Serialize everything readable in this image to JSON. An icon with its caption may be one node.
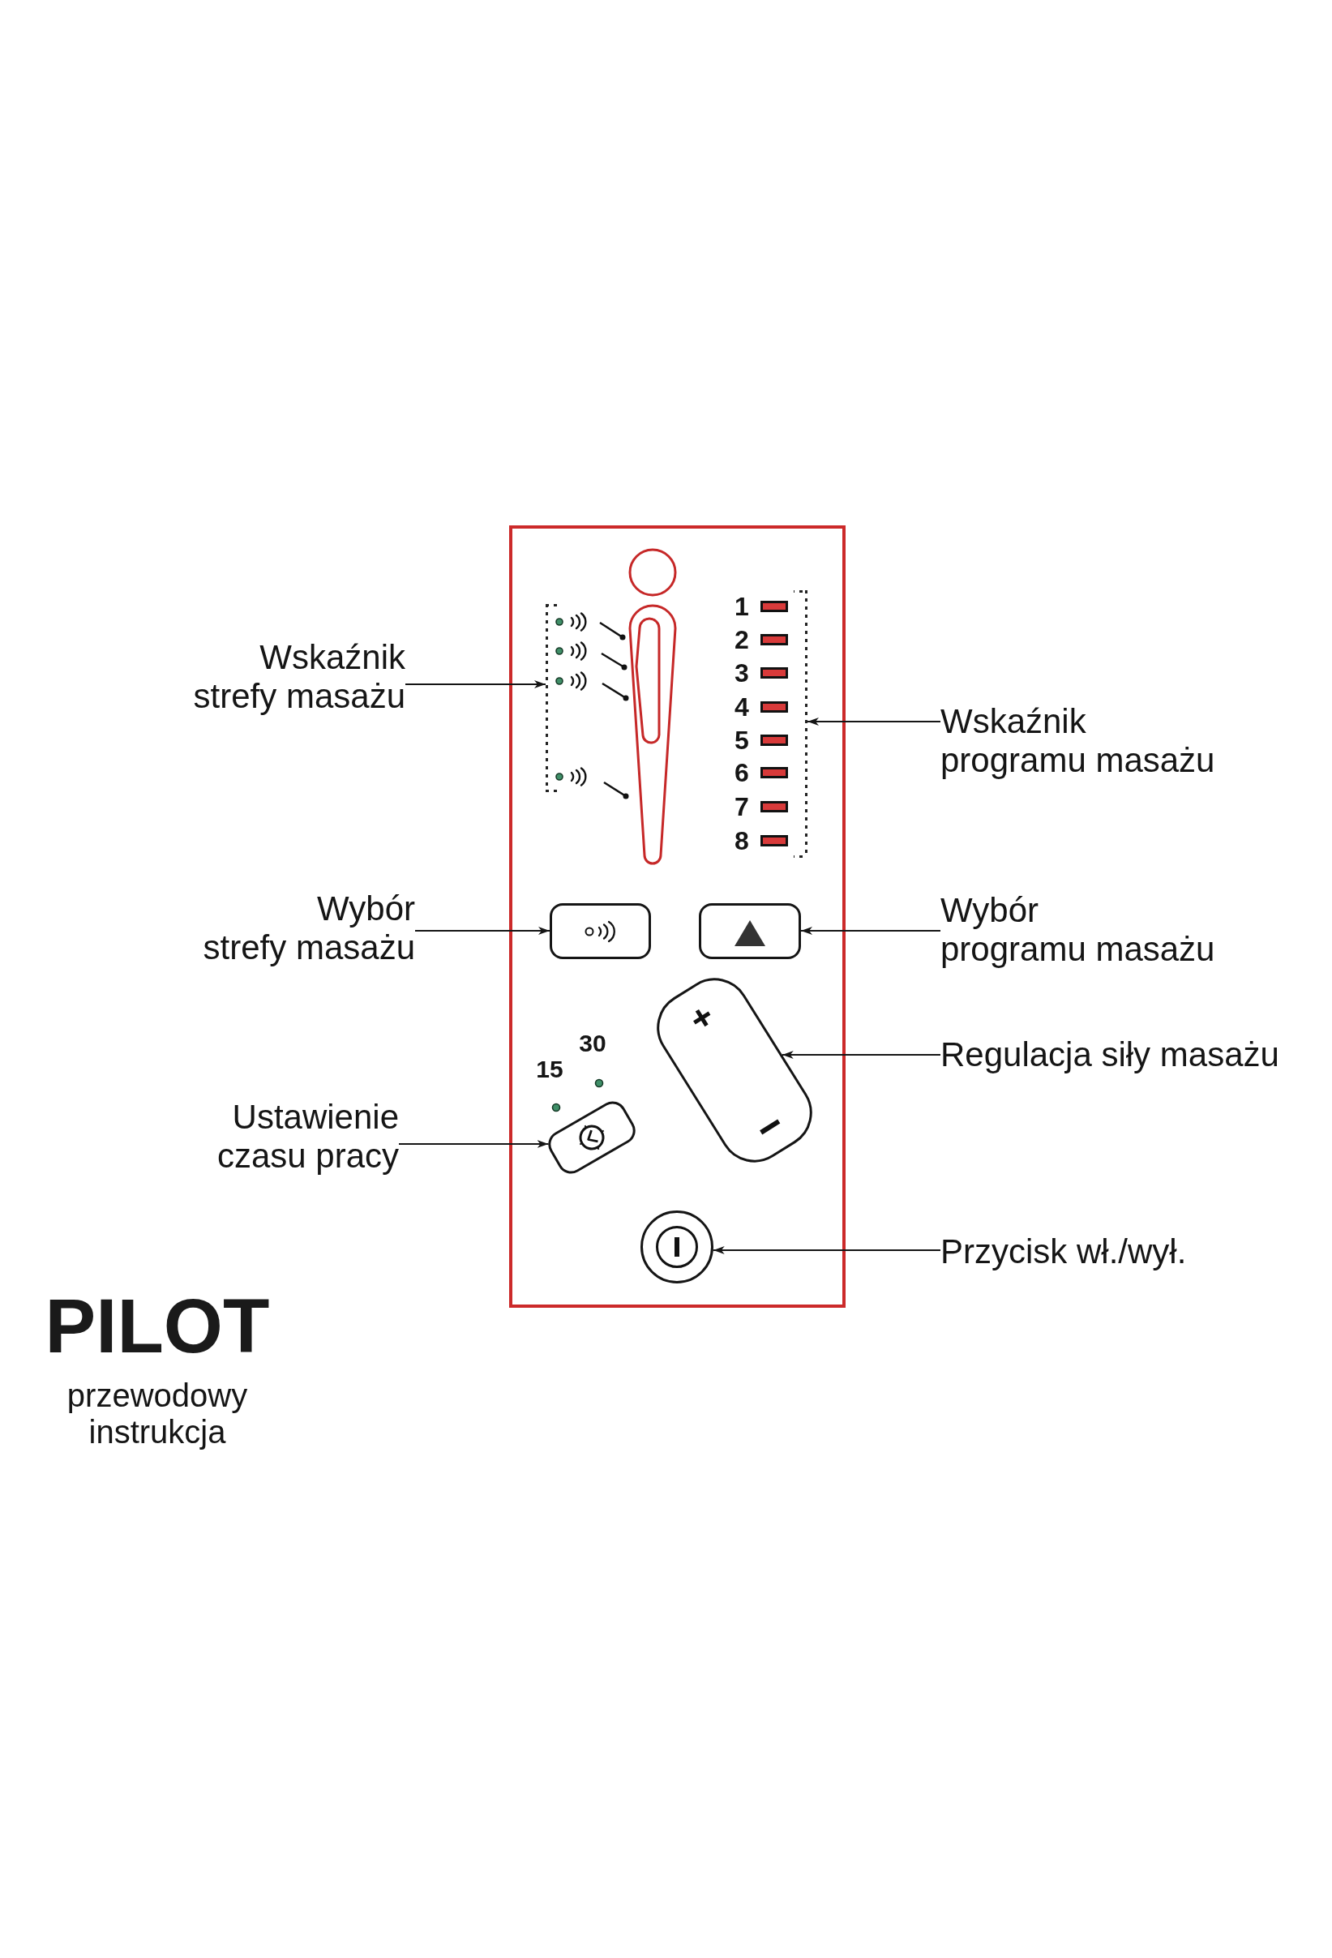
{
  "diagram": {
    "title": "PILOT",
    "caption": "przewodowy instrukcja",
    "nodes": [
      {
        "text": [
          "Wskaźnik strefy masażu"
        ]
      },
      {
        "text": [
          "Wybór strefy masażu"
        ]
      },
      {
        "text": [
          "Ustawienie czasu pracy"
        ]
      },
      {
        "text": [],
        "shape": "box"
      },
      {
        "text": [],
        "shape": "box",
        "in": 3
      },
      {
        "text": [],
        "shape": "box",
        "in": 3,
        "beside": [
          "1",
          "2",
          "3",
          "4",
          "5",
          "6",
          "7",
          "8"
        ]
      },
      {
        "text": [],
        "shape": "box",
        "in": 3
      },
      {
        "text": [],
        "shape": "box",
        "in": 3
      },
      {
        "text": [],
        "shape": "box",
        "in": 3
      },
      {
        "text": [],
        "shape": "box",
        "in": 3
      },
      {
        "text": [],
        "shape": "circle",
        "in": 3
      },
      {
        "text": [
          "Wskaźnik programu masażu"
        ]
      },
      {
        "text": [
          "Wybór programu masażu"
        ]
      },
      {
        "text": [
          "Regulacja siły masażu"
        ]
      },
      {
        "text": [
          "Przycisk wł./wył."
        ]
      }
    ],
    "edges": [
      {
        "from": 0,
        "to": 4,
        "arrow": "to"
      },
      {
        "from": 11,
        "to": 5,
        "arrow": "to"
      },
      {
        "from": 1,
        "to": 6,
        "arrow": "to"
      },
      {
        "from": 12,
        "to": 7,
        "arrow": "to"
      },
      {
        "from": 13,
        "to": 8,
        "arrow": "to"
      },
      {
        "from": 2,
        "to": 9,
        "arrow": "to"
      },
      {
        "from": 14,
        "to": 10,
        "arrow": "to"
      }
    ],
    "labels": [
      "30",
      "15"
    ]
  }
}
